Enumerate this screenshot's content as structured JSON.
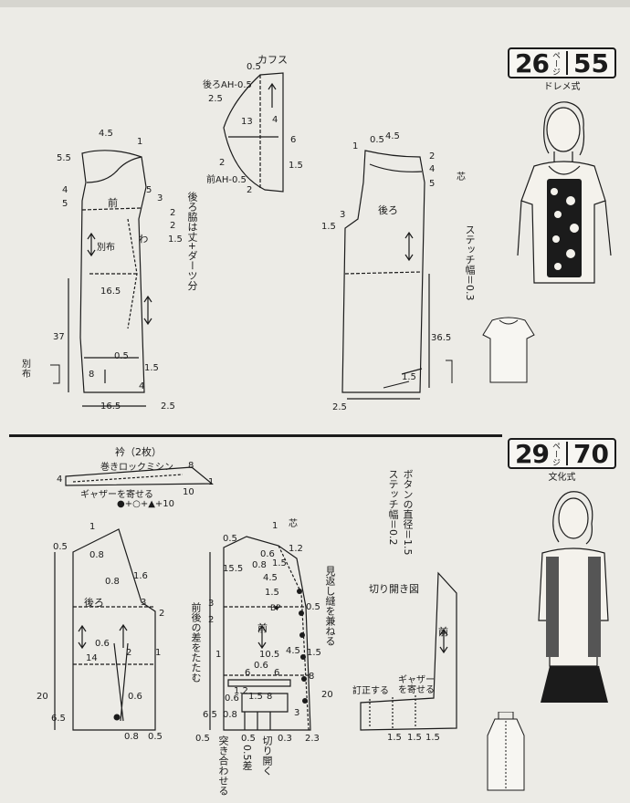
{
  "top": {
    "badge": {
      "num": "26",
      "page": "ページ",
      "pattern_no": "55",
      "method": "ドレメ式"
    },
    "cuffs_title": "カフス",
    "cuff_labels": [
      "0.5",
      "後ろAH-0.5",
      "2.5",
      "13",
      "4",
      "6",
      "1.5",
      "2",
      "前AH-0.5",
      "2"
    ],
    "front_title": "前",
    "front_labels": [
      "4.5",
      "1",
      "5.5",
      "4",
      "5",
      "5",
      "3",
      "2",
      "2",
      "1.5",
      "16.5",
      "37",
      "0.5",
      "8",
      "1.5",
      "4",
      "16.5",
      "2.5"
    ],
    "front_betsu": "別布",
    "front_wa": "わ",
    "betsu_side": "別布",
    "side_note": "後ろ脇は丈+ダーツ分",
    "back_title": "後ろ",
    "back_labels": [
      "1",
      "0.5",
      "4.5",
      "2",
      "4",
      "5",
      "3",
      "1.5",
      "36.5",
      "1.5",
      "2.5"
    ],
    "shin": "芯",
    "stitch_note": "ステッチ幅＝0.3"
  },
  "bottom": {
    "badge": {
      "num": "29",
      "page": "ページ",
      "pattern_no": "70",
      "method": "文化式"
    },
    "collar_title": "衿（2枚）",
    "collar_note1": "巻きロックミシン",
    "collar_note2": "ギャザーを寄せる",
    "collar_formula": "●+○+▲+10",
    "collar_labels": [
      "4",
      "8",
      "1",
      "10"
    ],
    "back_title": "後ろ",
    "back_labels": [
      "0.5",
      "1",
      "0.8",
      "0.8",
      "1.6",
      "3",
      "2",
      "0.6",
      "14",
      "2",
      "1",
      "20",
      "6.5",
      "0.6",
      "0.8",
      "0.5"
    ],
    "front_title": "前",
    "front_labels": [
      "0.5",
      "1",
      "0.6",
      "1.2",
      "1.5",
      "15.5",
      "0.8",
      "4.5",
      "1.5",
      "0.5",
      "3",
      "2",
      "10.5",
      "4.5",
      "1.5",
      "0.6",
      "8",
      "1",
      "6",
      "6",
      "1.2",
      "1.5",
      "8",
      "0.6",
      "0.8",
      "3",
      "20",
      "6.5",
      "0.5",
      "0.5",
      "0.3",
      "2.3",
      "BP"
    ],
    "shin": "芯",
    "miki_note": "見返し縫を兼ねる",
    "mae_note": "前後の差をたたむ",
    "tsukiai_note": "突き合わせる",
    "sa_note": "0.5差",
    "kiri_note": "切り開く",
    "button_note": "ボタンの直径＝1.5",
    "stitch_note": "ステッチ幅＝0.2",
    "kirihiraki_title": "切り開き図",
    "kiri_front": "前",
    "katomeru": "訂正する",
    "gather_note": "ギャザーを寄せる",
    "kiri_labels": [
      "1.5",
      "1.5",
      "1.5"
    ]
  }
}
